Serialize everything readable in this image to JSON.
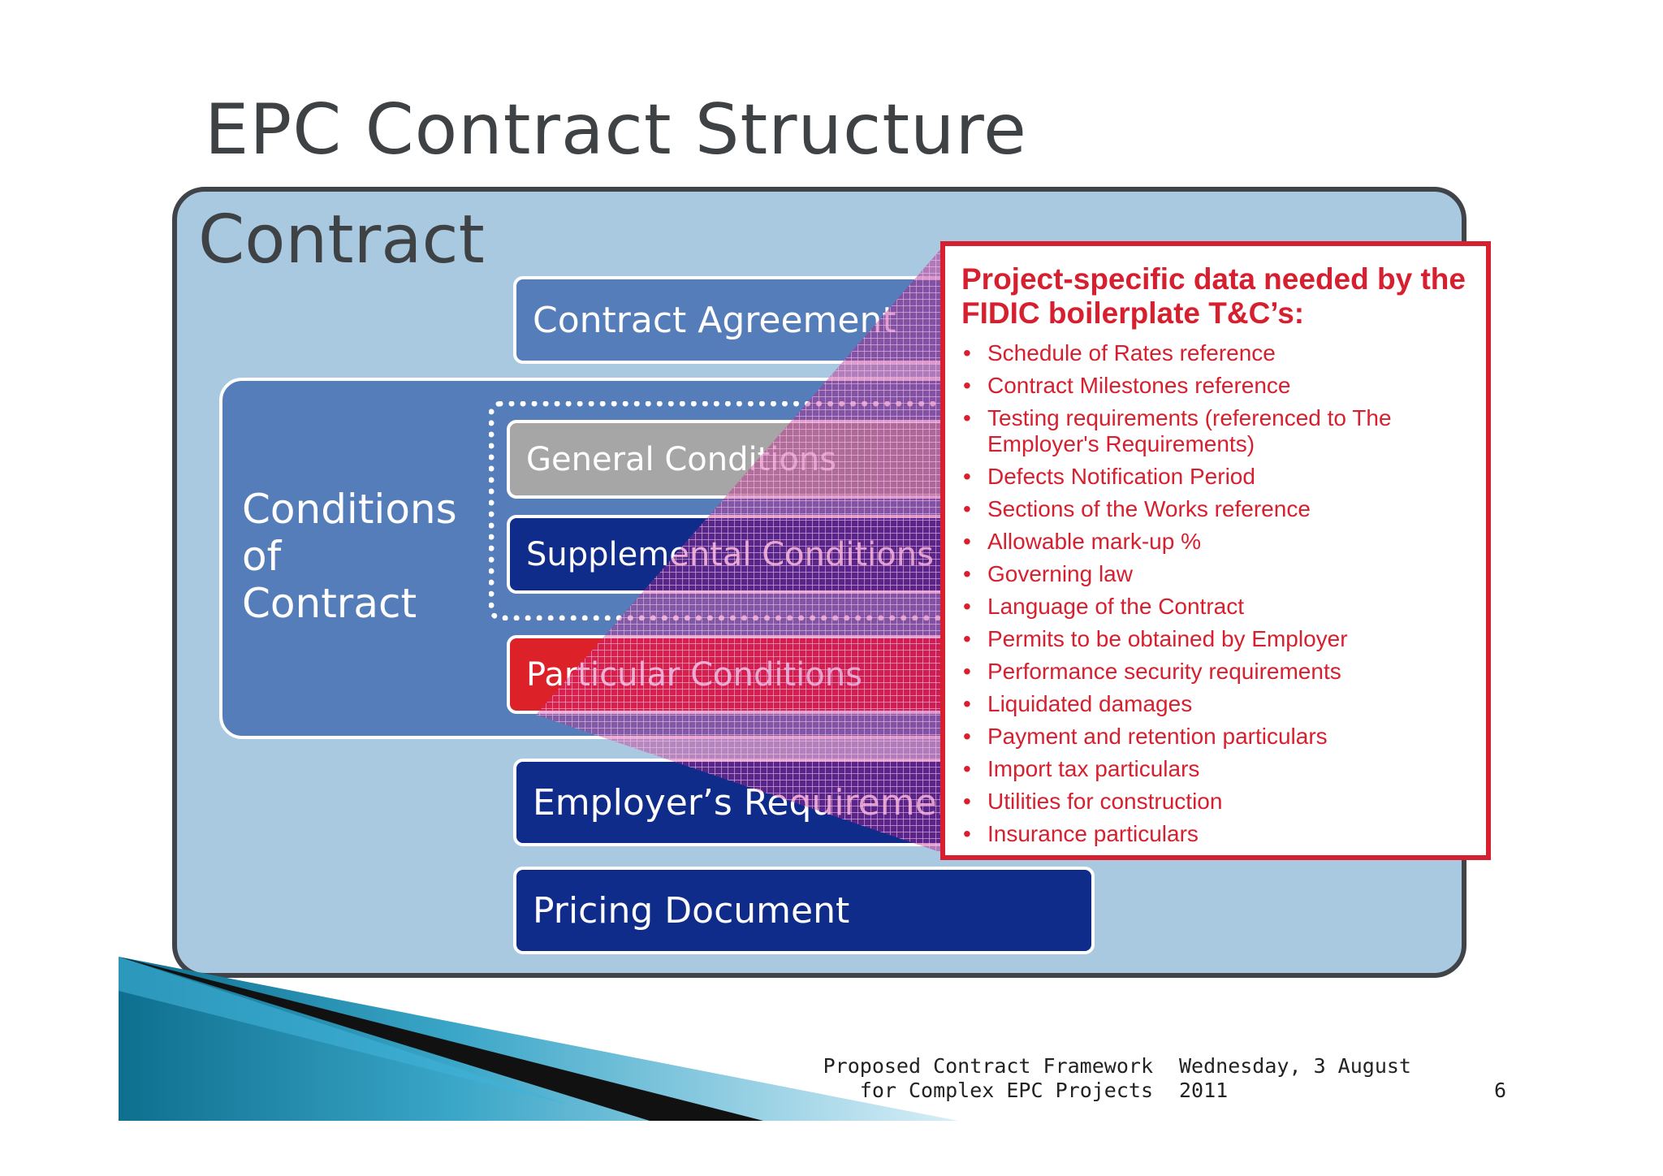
{
  "title": "EPC Contract Structure",
  "contract_label": "Contract",
  "boxes": {
    "contract_agreement": "Contract Agreement",
    "conditions_of_contract": "Conditions\nof\nContract",
    "general_conditions": "General Conditions",
    "supplemental_conditions": "Supplemental Conditions",
    "particular_conditions": "Particular Conditions",
    "employers_requirements": "Employer’s Requiremer",
    "pricing_document": "Pricing Document"
  },
  "callout": {
    "heading": "Project-specific data needed by the FIDIC boilerplate T&C’s:",
    "items": [
      "Schedule of Rates reference",
      "Contract Milestones reference",
      "Testing requirements (referenced to The Employer's Requirements)",
      "Defects Notification Period",
      "Sections of the Works reference",
      "Allowable mark-up %",
      "Governing law",
      "Language of the Contract",
      "Permits to be obtained by Employer",
      "Performance security requirements",
      "Liquidated damages",
      "Payment and retention particulars",
      "Import tax particulars",
      "Utilities for construction",
      "Insurance particulars"
    ]
  },
  "footer": {
    "doc_title": "Proposed Contract Framework for Complex EPC Projects",
    "date": "Wednesday, 3 August 2011",
    "page_number": "6"
  },
  "colors": {
    "panel_bg": "#a9c9e1",
    "medium_blue": "#557db9",
    "dark_blue": "#0f2c8a",
    "grey": "#a6a6a6",
    "red": "#dc2128",
    "callout_red": "#d6202f"
  }
}
